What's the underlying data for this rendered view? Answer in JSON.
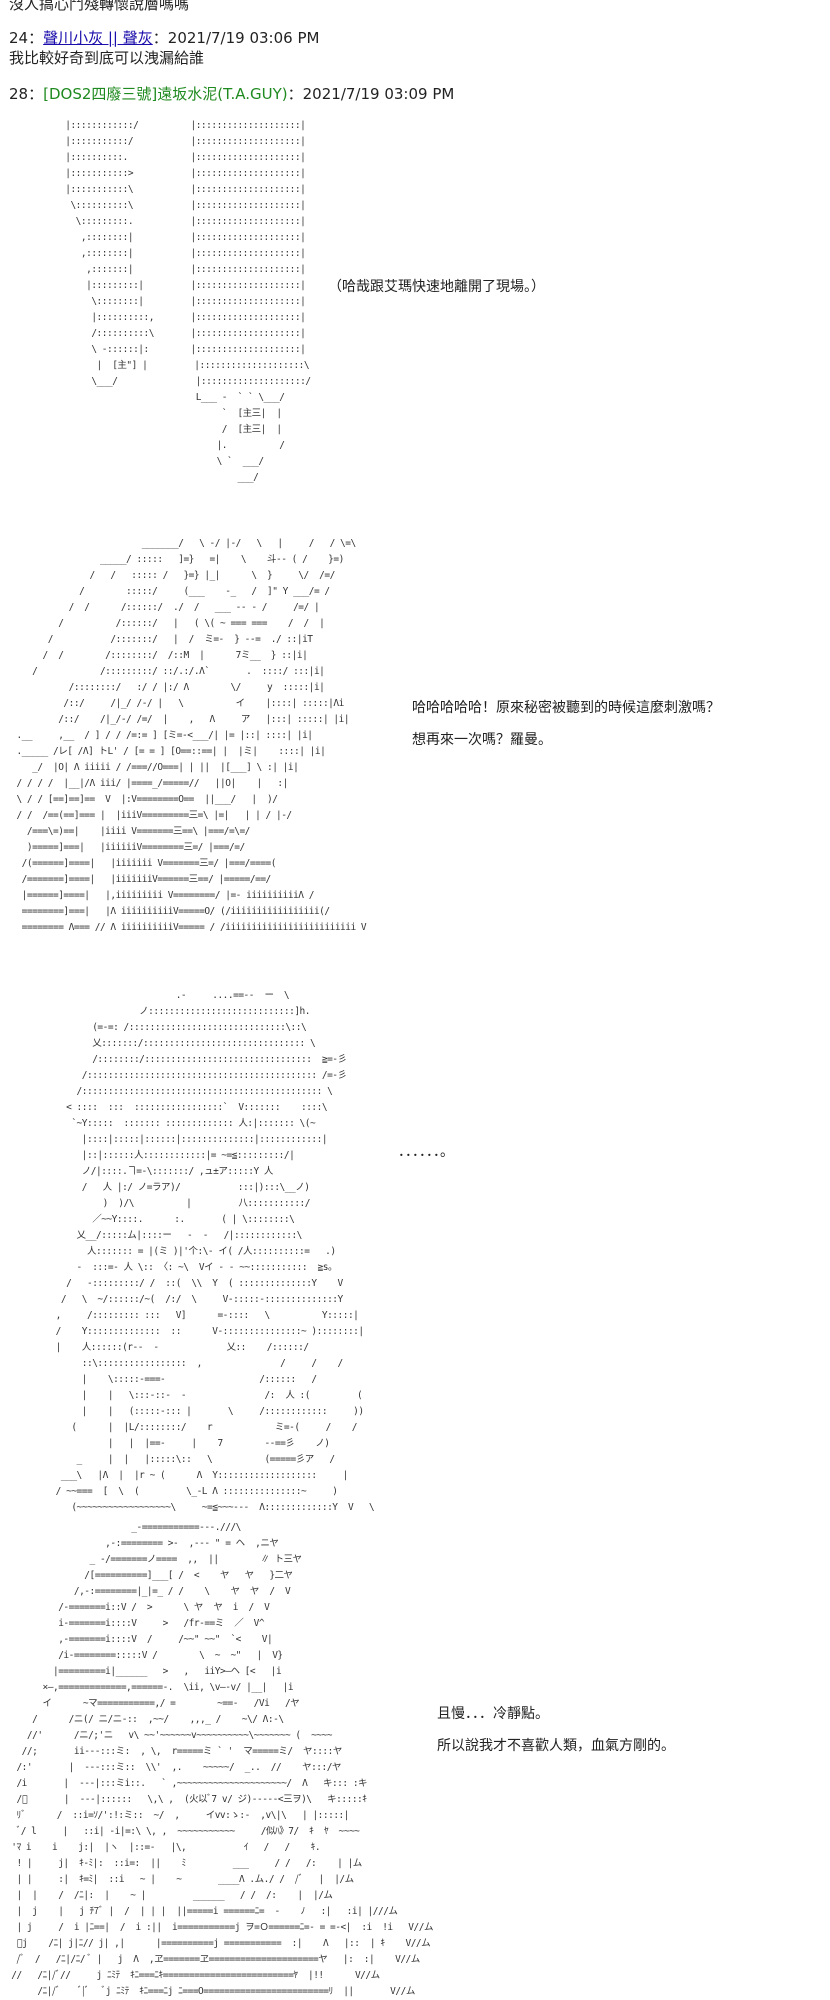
{
  "top_line": "沒人搞心鬥殘轉懷說層嗎嗎",
  "posts": [
    {
      "number": "24",
      "sep": "：",
      "name": "聲川小灰 || 聲灰",
      "colon": "：",
      "datetime": "2021/7/19 03:06 PM",
      "body": "我比較好奇到底可以洩漏給誰"
    },
    {
      "number": "28",
      "sep": "：",
      "name": "[DOS2四廢三號]遠坂水泥(T.A.GUY)",
      "colon": "：",
      "datetime": "2021/7/19 03:09 PM"
    }
  ],
  "panels": [
    {
      "dialogue": [
        "（哈哉跟艾瑪快速地離開了現場。）"
      ]
    },
    {
      "dialogue": [
        "哈哈哈哈哈！原來秘密被聽到的時候這麼刺激嗎？",
        "想再來一次嗎？羅曼。"
      ]
    },
    {
      "dialogue": [
        "．．．．．．。"
      ]
    },
    {
      "dialogue": [
        "且慢．．．冷靜點。",
        "所以說我才不喜歡人類，血氣方剛的。"
      ]
    }
  ]
}
